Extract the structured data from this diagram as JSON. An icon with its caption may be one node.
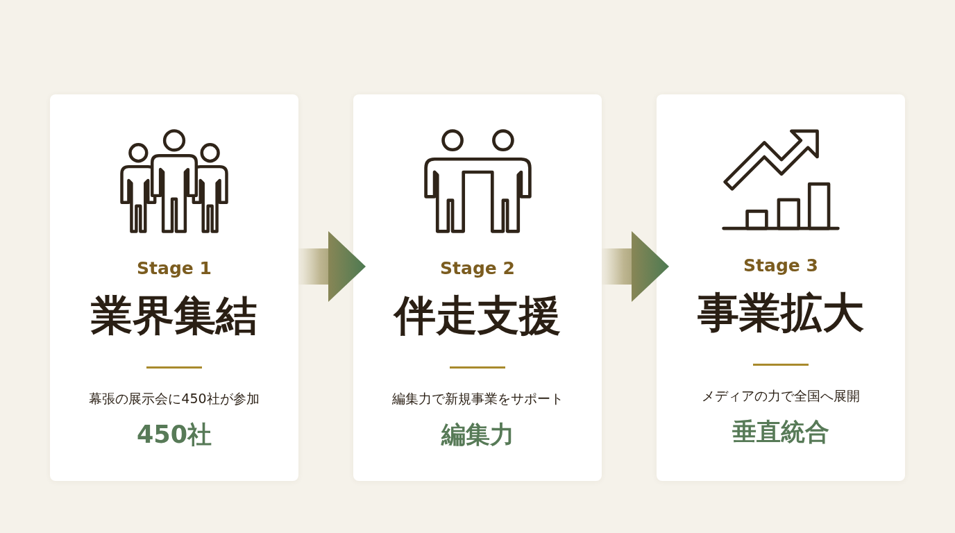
{
  "diagram": {
    "nodes": [
      {
        "text": [
          "Stage 1",
          "業界集結",
          "幕張の展示会に450社が参加",
          "450社"
        ]
      },
      {
        "text": [
          "Stage 2",
          "伴走支援",
          "編集力で新規事業をサポート",
          "編集力"
        ]
      },
      {
        "text": [
          "Stage 3",
          "事業拡大",
          "メディアの力で全国へ展開",
          "垂直統合"
        ]
      }
    ],
    "edges": [
      {
        "from": 0,
        "to": 1,
        "arrow": "to"
      },
      {
        "from": 1,
        "to": 2,
        "arrow": "to"
      }
    ]
  }
}
